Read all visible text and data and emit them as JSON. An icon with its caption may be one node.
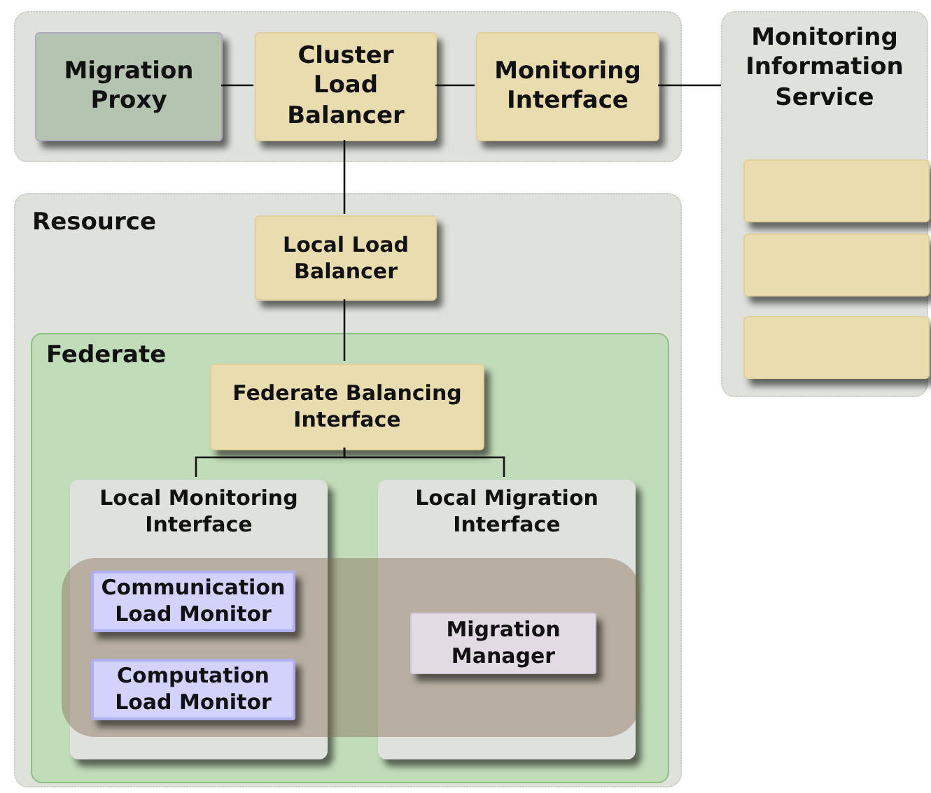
{
  "diagram": {
    "nodes": [
      {
        "text": [],
        "shape": "box"
      },
      {
        "text": [
          "Migration Proxy"
        ],
        "in": 0
      },
      {
        "text": [
          "Cluster Load Balancer"
        ],
        "in": 0
      },
      {
        "text": [
          "Monitoring Interface"
        ],
        "in": 0
      },
      {
        "text": [
          "Monitoring Information Service"
        ]
      },
      {
        "text": [],
        "shape": "box",
        "in": 4
      },
      {
        "text": [],
        "shape": "box",
        "in": 4
      },
      {
        "text": [],
        "shape": "box",
        "in": 4
      },
      {
        "text": [
          "Resource"
        ]
      },
      {
        "text": [
          "Local Load Balancer"
        ],
        "in": 8
      },
      {
        "text": [
          "Federate"
        ],
        "in": 8
      },
      {
        "text": [
          "Federate Balancing Interface"
        ],
        "in": 10
      },
      {
        "text": [
          "Local Monitoring Interface"
        ],
        "in": 10
      },
      {
        "text": [
          "Local Migration Interface"
        ],
        "in": 10
      },
      {
        "text": [],
        "shape": "box",
        "in": 10
      },
      {
        "text": [
          "Communication Load Monitor"
        ]
      },
      {
        "text": [
          "Computation Load Monitor"
        ]
      },
      {
        "text": [
          "Migration Manager"
        ]
      }
    ],
    "edges": [
      {
        "from": 1,
        "to": 2,
        "arrow": "none"
      },
      {
        "from": 2,
        "to": 3,
        "arrow": "none"
      },
      {
        "from": 3,
        "to": 4,
        "arrow": "none"
      },
      {
        "from": 2,
        "to": 9,
        "arrow": "none"
      },
      {
        "from": 9,
        "to": 11,
        "arrow": "none"
      },
      {
        "from": 11,
        "to": 12,
        "arrow": "none"
      },
      {
        "from": 11,
        "to": 13,
        "arrow": "none"
      }
    ]
  }
}
